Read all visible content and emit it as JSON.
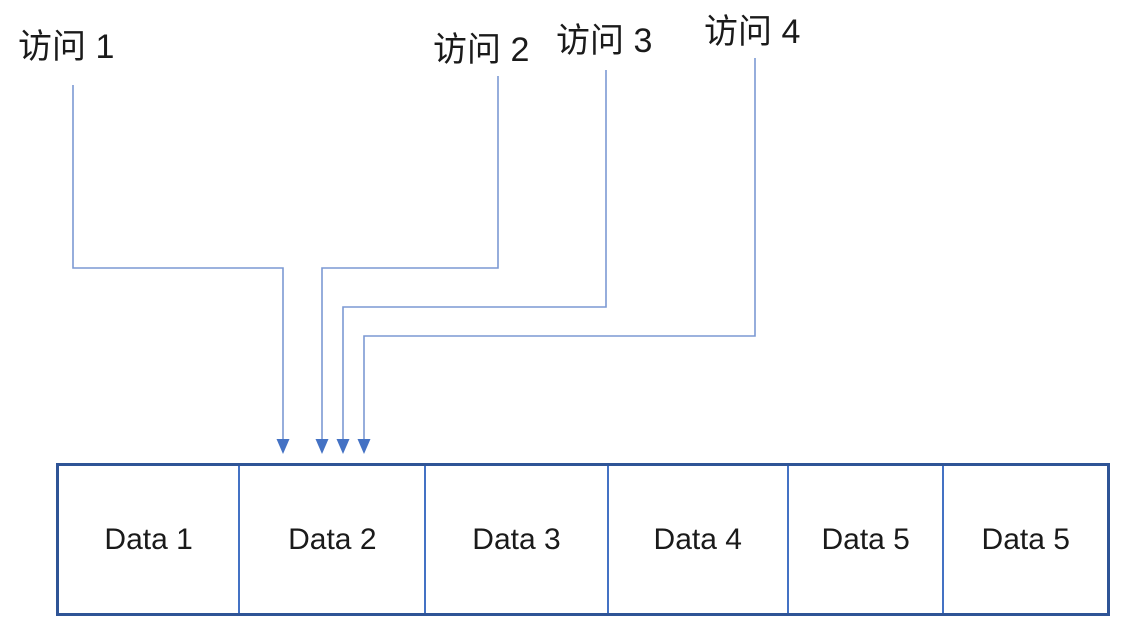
{
  "diagram": {
    "title_semantics": "memory access pattern diagram",
    "labels": [
      {
        "text": "访问 1"
      },
      {
        "text": "访问 2"
      },
      {
        "text": "访问 3"
      },
      {
        "text": "访问 4"
      }
    ],
    "cells": [
      "Data 1",
      "Data 2",
      "Data 3",
      "Data 4",
      "Data 5",
      "Data 5"
    ],
    "colors": {
      "connector": "#7C99D3",
      "arrowhead": "#4472C4",
      "box_border": "#2F5496",
      "cell_divider": "#4472C4",
      "label_text": "#1A1A1A",
      "cell_text": "#1A1A1A"
    }
  }
}
